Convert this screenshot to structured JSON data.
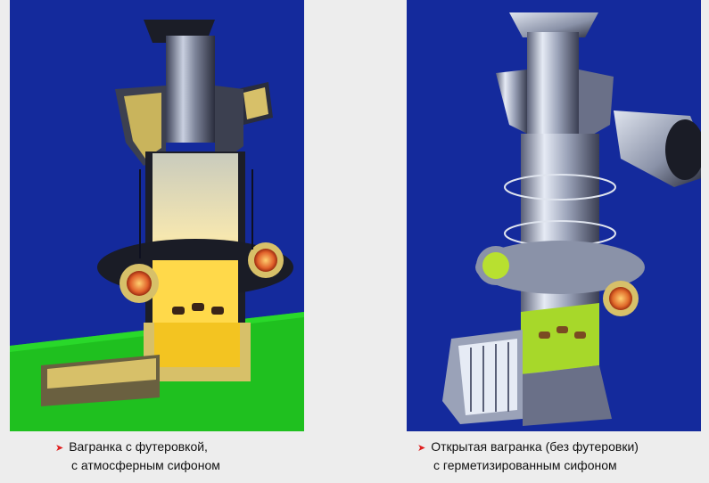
{
  "captions": {
    "left": {
      "line1": "Вагранка с футеровкой,",
      "line2": "с атмосферным сифоном"
    },
    "right": {
      "line1": "Открытая вагранка (без футеровки)",
      "line2": "с герметизированным сифоном"
    }
  },
  "colors": {
    "background": "#ededed",
    "panel_sky": "#142a9c",
    "ground": "#1fc01f",
    "bullet": "#e02020"
  }
}
